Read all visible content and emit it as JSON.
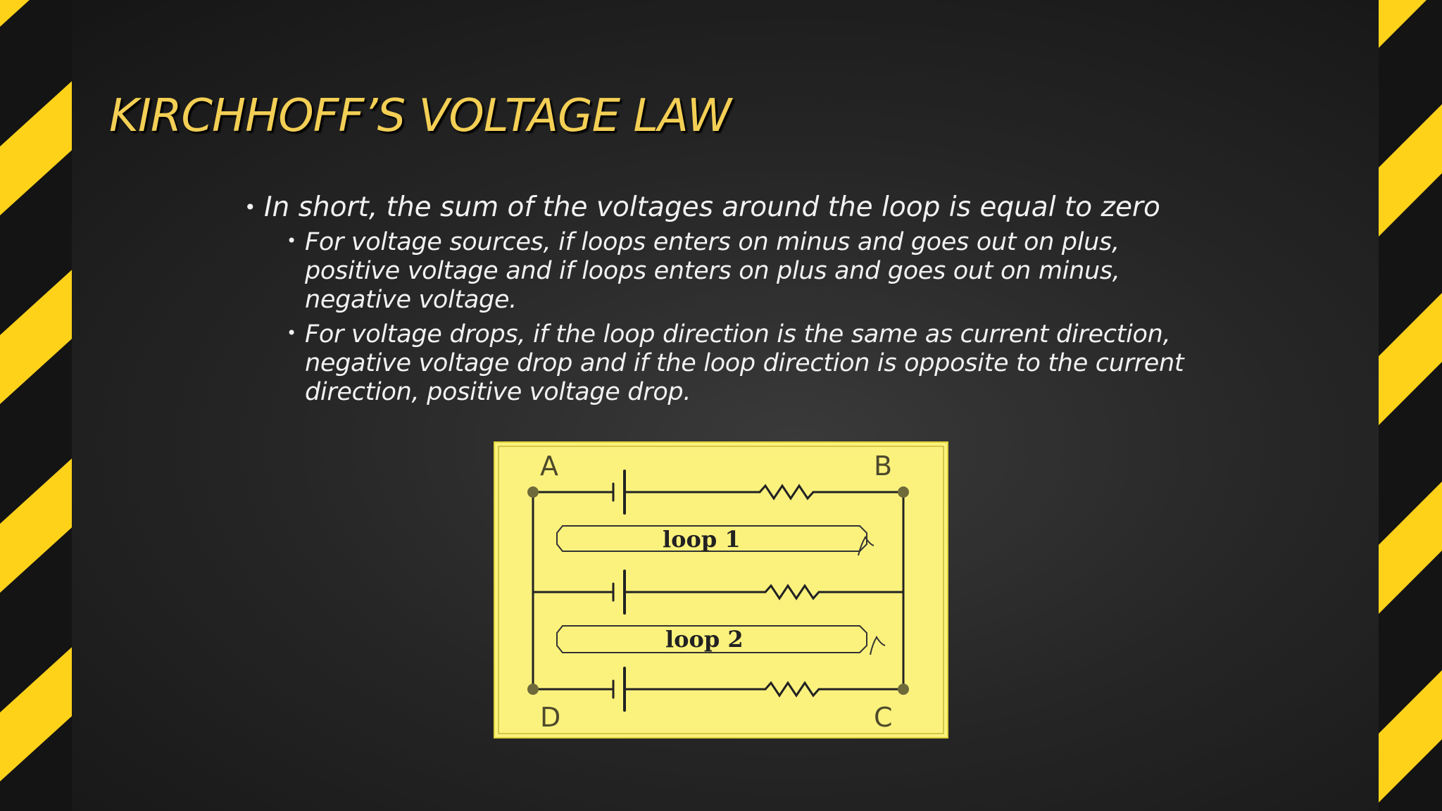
{
  "slide": {
    "title": "KIRCHHOFF’S VOLTAGE LAW",
    "bullets": [
      {
        "text": "In short, the sum of the voltages around the loop is equal to zero",
        "sub": [
          "For voltage sources, if loops enters on minus and goes out on plus, positive voltage and if loops enters on plus and goes out on minus, negative voltage.",
          "For voltage drops, if the loop direction is the same as current direction, negative voltage drop and if the loop direction is opposite to the current direction, positive voltage drop."
        ]
      }
    ]
  },
  "diagram": {
    "labels": {
      "a": "A",
      "b": "B",
      "c": "C",
      "d": "D",
      "loop1": "loop 1",
      "loop2": "loop 2"
    }
  },
  "colors": {
    "title": "#f3cf55",
    "stripe_yellow": "#ffd21a",
    "diagram_background": "#fbf27e",
    "wire": "#222222"
  }
}
